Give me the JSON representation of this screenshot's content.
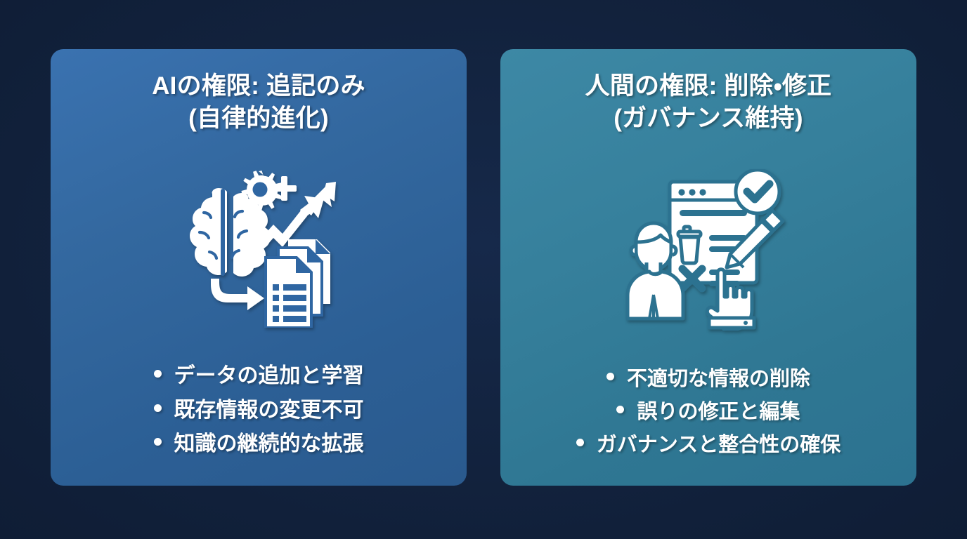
{
  "slide": {
    "background_color": "#12233f"
  },
  "cards": [
    {
      "id": "ai-permissions",
      "accent_color": "#2f66a2",
      "title_line1": "AIの権限: 追記のみ",
      "title_line2": "(自律的進化)",
      "icon_name": "brain-gear-growth-documents-icon",
      "icon_parts": [
        "brain-icon",
        "gear-icon",
        "plus-icon",
        "trending-up-arrow-icon",
        "right-arrow-icon",
        "stacked-documents-icon"
      ],
      "bullets": [
        "データの追加と学習",
        "既存情報の変更不可",
        "知識の継続的な拡張"
      ]
    },
    {
      "id": "human-permissions",
      "accent_color": "#327a97",
      "title_line1": "人間の権限: 削除・修正",
      "title_line2": "(ガバナンス維持)",
      "icon_name": "person-review-edit-approve-icon",
      "icon_parts": [
        "person-icon",
        "browser-window-icon",
        "trash-can-icon",
        "x-mark-icon",
        "check-circle-icon",
        "pencil-icon",
        "pointing-hand-icon"
      ],
      "bullets": [
        "不適切な情報の削除",
        "誤りの修正と編集",
        "ガバナンスと整合性の確保"
      ]
    }
  ]
}
